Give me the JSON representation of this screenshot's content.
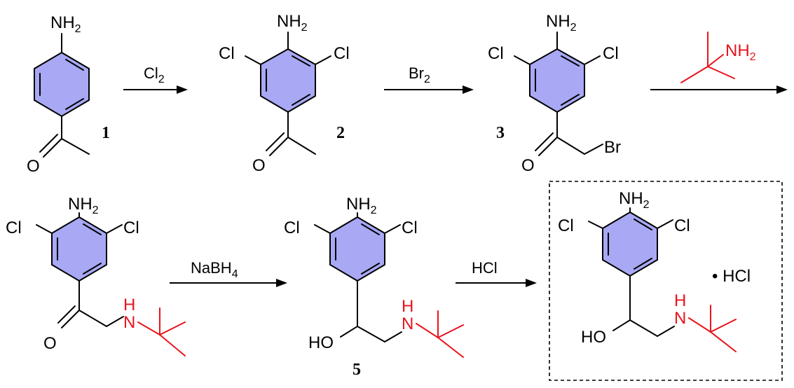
{
  "atoms": {
    "nh": "NH",
    "nh_sub": "2",
    "cl": "Cl",
    "br": "Br",
    "o": "O",
    "h": "H",
    "n": "N",
    "ho": "HO"
  },
  "reagents": {
    "chlorine": "Cl",
    "chlorine_sub": "2",
    "bromine": "Br",
    "bromine_sub": "2",
    "tert_butylamine": "NH",
    "tert_butylamine_sub": "2",
    "nabh4_main": "NaBH",
    "nabh4_sub": "4",
    "hcl": "HCl"
  },
  "compound_labels": {
    "c1": "1",
    "c2": "2",
    "c3": "3",
    "c5": "5"
  },
  "salt_label": "• HCl",
  "colors": {
    "ring_fill": "#a8a8f5",
    "highlight": "#e8141c",
    "bond": "#000000"
  }
}
